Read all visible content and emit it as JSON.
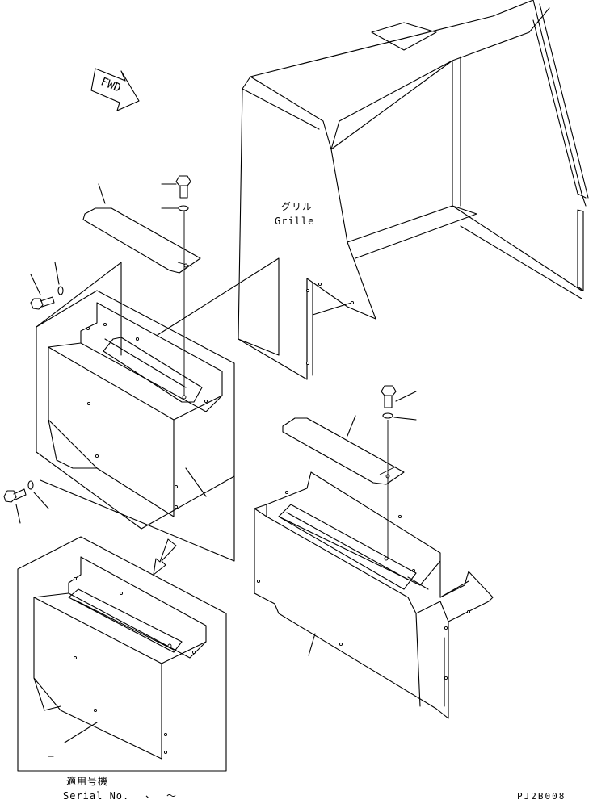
{
  "fwd_label": "FWD",
  "grille_jp": "グリル",
  "grille_en": "Grille",
  "serial_jp": "適用号機",
  "serial_en": "Serial No.",
  "serial_sep": "、",
  "serial_tilde": "〜",
  "drawing_code": "PJ2B008"
}
